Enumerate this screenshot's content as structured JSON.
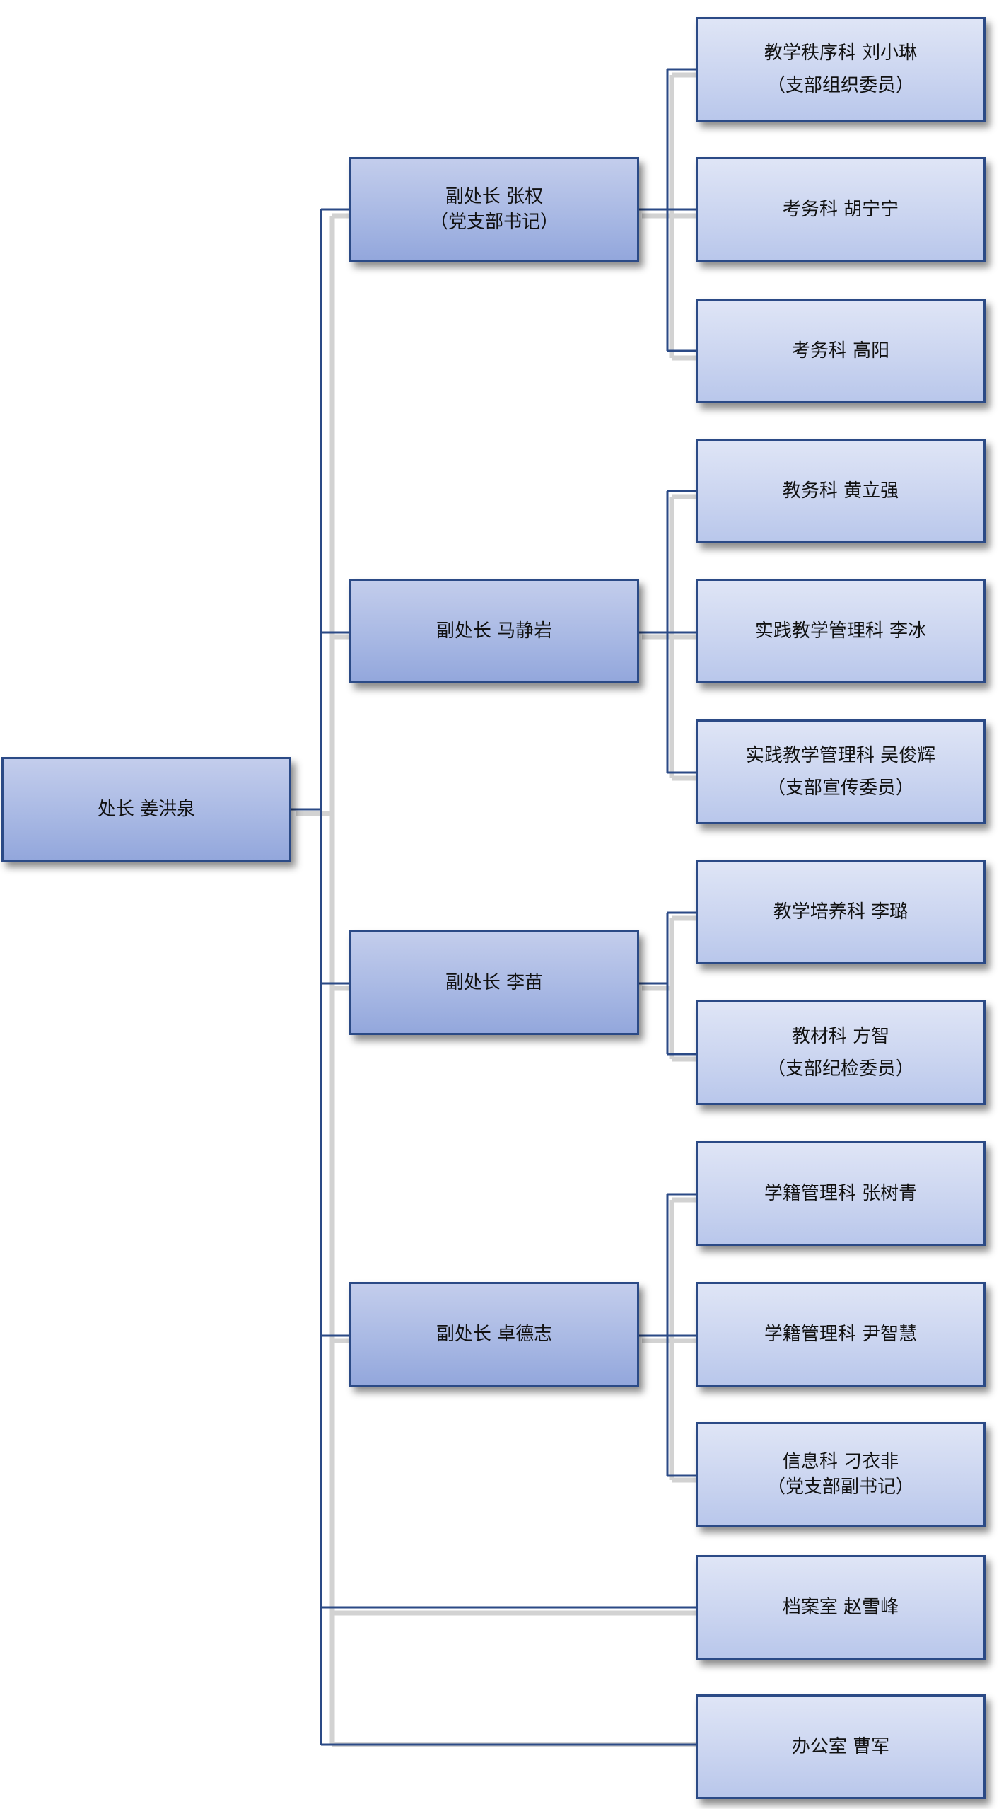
{
  "org_chart": {
    "director": {
      "line1": "处长  姜洪泉"
    },
    "deputies": [
      {
        "line1": "副处长  张权",
        "line2": "（党支部书记）"
      },
      {
        "line1": "副处长  马静岩"
      },
      {
        "line1": "副处长  李苗"
      },
      {
        "line1": "副处长  卓德志"
      }
    ],
    "sections": [
      {
        "line1": "教学秩序科  刘小琳",
        "line2": "（支部组织委员）"
      },
      {
        "line1": "考务科  胡宁宁"
      },
      {
        "line1": "考务科  高阳"
      },
      {
        "line1": "教务科  黄立强"
      },
      {
        "line1": "实践教学管理科  李冰"
      },
      {
        "line1": "实践教学管理科  吴俊辉",
        "line2": "（支部宣传委员）"
      },
      {
        "line1": "教学培养科  李璐"
      },
      {
        "line1": "教材科  方智",
        "line2": "（支部纪检委员）"
      },
      {
        "line1": "学籍管理科  张树青"
      },
      {
        "line1": "学籍管理科  尹智慧"
      },
      {
        "line1": "信息科  刁衣非",
        "line2": "（党支部副书记）"
      },
      {
        "line1": "档案室  赵雪峰"
      },
      {
        "line1": "办公室  曹军"
      }
    ]
  },
  "colors": {
    "box_border": "#2b4a86",
    "connector": "#2b4a86",
    "box_fill_top": "#c3cdec",
    "box_fill_bottom": "#93a7dc",
    "section_fill_top": "#dfe5f6",
    "section_fill_bottom": "#b9c7eb"
  }
}
